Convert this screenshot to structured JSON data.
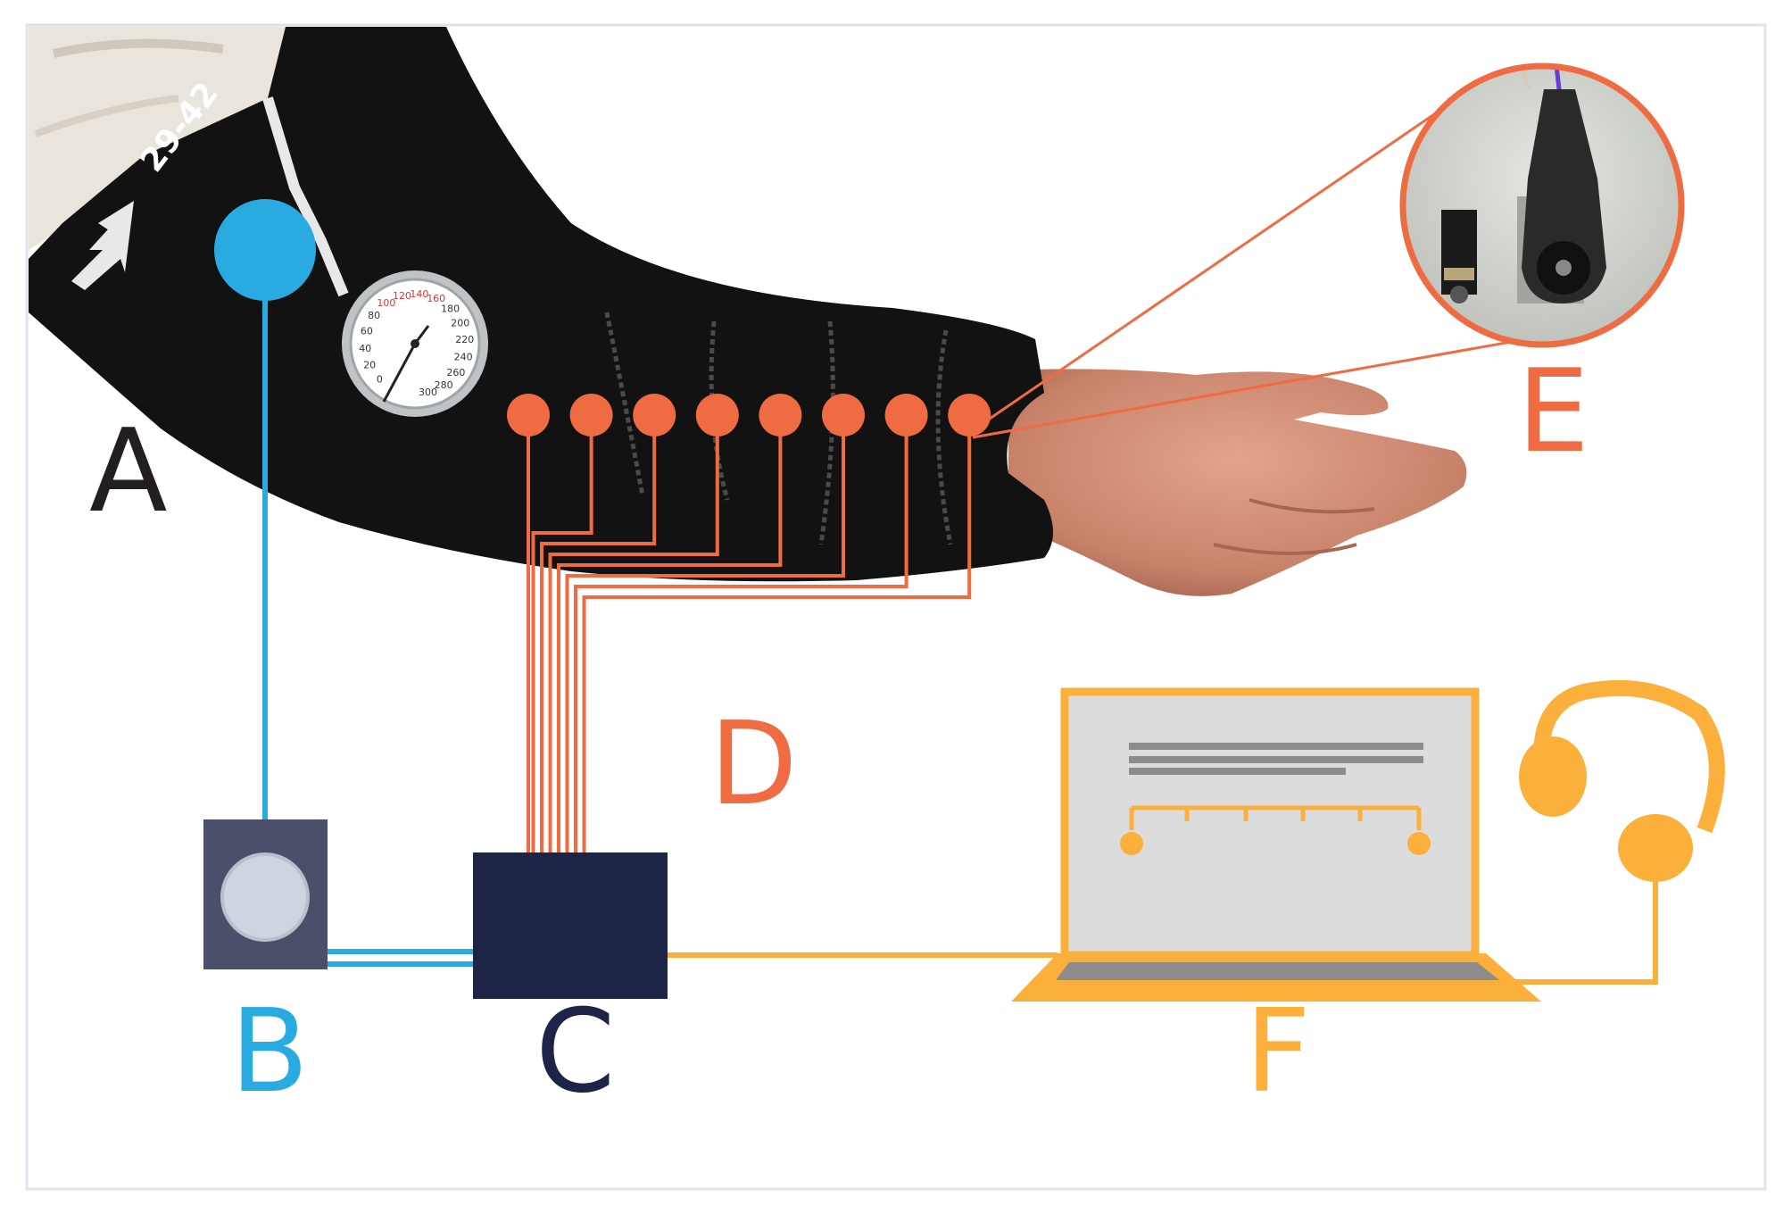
{
  "labels": {
    "a": "A",
    "b": "B",
    "c": "C",
    "d": "D",
    "e": "E",
    "f": "F"
  },
  "cuff": {
    "size_text": "29-42"
  },
  "gauge": {
    "ticks": [
      "0",
      "20",
      "40",
      "60",
      "80",
      "100",
      "120",
      "140",
      "160",
      "180",
      "200",
      "220",
      "240",
      "260",
      "280",
      "300"
    ]
  },
  "colors": {
    "black_label": "#231f20",
    "blue": "#29abe2",
    "navy": "#1e2447",
    "orange": "#ef6b42",
    "yellow": "#fbb03b",
    "pump_body": "#4b4f6a",
    "pump_button": "#ccd5e0",
    "screen": "#dcdcdc",
    "frame": "#dde3ea"
  },
  "wires": {
    "count": 8
  }
}
